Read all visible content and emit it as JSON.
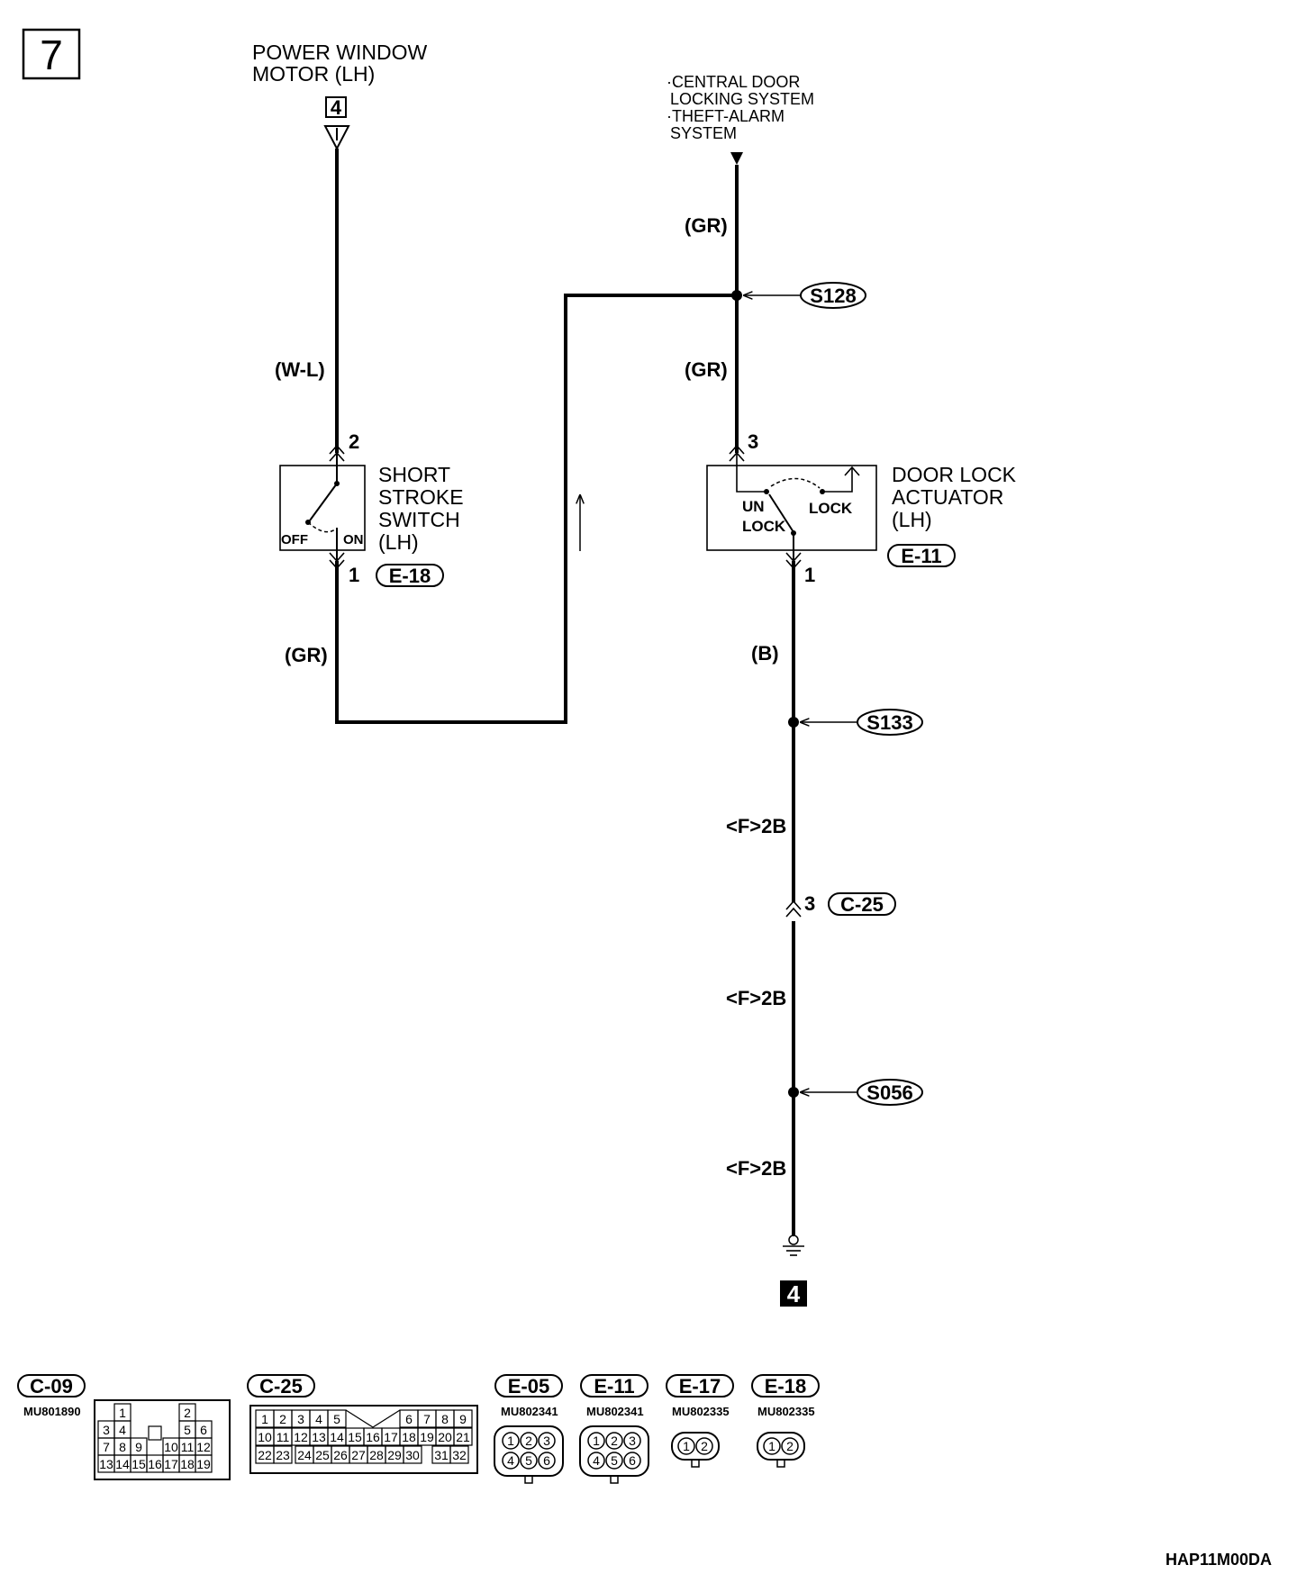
{
  "page_number": "7",
  "components": {
    "power_window_motor": {
      "line1": "POWER WINDOW",
      "line2": "MOTOR (LH)",
      "pin": "4"
    },
    "system_note": {
      "line1": "·CENTRAL DOOR",
      "line2": "LOCKING SYSTEM",
      "line3": "·THEFT-ALARM",
      "line4": "SYSTEM"
    },
    "short_stroke_switch": {
      "line1": "SHORT",
      "line2": "STROKE",
      "line3": "SWITCH",
      "line4": "(LH)",
      "pos_off": "OFF",
      "pos_on": "ON",
      "pin_top": "2",
      "pin_bottom": "1",
      "connector": "E-18"
    },
    "door_lock_actuator": {
      "line1": "DOOR LOCK",
      "line2": "ACTUATOR",
      "line3": "(LH)",
      "pos_un": "UN",
      "pos_lock_left": "LOCK",
      "pos_lock": "LOCK",
      "pin_top": "3",
      "pin_bottom": "1",
      "connector": "E-11"
    },
    "junction_c25": {
      "pin": "3",
      "connector": "C-25"
    },
    "ground": {
      "number": "4"
    }
  },
  "wires": {
    "w_l": "(W-L)",
    "gr_switch_bottom": "(GR)",
    "gr_top": "(GR)",
    "gr_mid": "(GR)",
    "b": "(B)",
    "f2b_1": "<F>2B",
    "f2b_2": "<F>2B",
    "f2b_3": "<F>2B"
  },
  "splices": {
    "s128": "S128",
    "s133": "S133",
    "s056": "S056"
  },
  "connectors_legend": [
    {
      "id": "C-09",
      "part": "MU801890"
    },
    {
      "id": "C-25",
      "part": ""
    },
    {
      "id": "E-05",
      "part": "MU802341"
    },
    {
      "id": "E-11",
      "part": "MU802341"
    },
    {
      "id": "E-17",
      "part": "MU802335"
    },
    {
      "id": "E-18",
      "part": "MU802335"
    }
  ],
  "c09_pins": {
    "row1": [
      "1",
      "2"
    ],
    "row2": [
      "3",
      "4",
      "5",
      "6"
    ],
    "row3": [
      "7",
      "8",
      "9",
      "10",
      "11",
      "12"
    ],
    "row4": [
      "13",
      "14",
      "15",
      "16",
      "17",
      "18",
      "19"
    ]
  },
  "c25_pins": {
    "row1": [
      "1",
      "2",
      "3",
      "4",
      "5",
      "6",
      "7",
      "8",
      "9"
    ],
    "row2": [
      "10",
      "11",
      "12",
      "13",
      "14",
      "15",
      "16",
      "17",
      "18",
      "19",
      "20",
      "21"
    ],
    "row3": [
      "22",
      "23",
      "24",
      "25",
      "26",
      "27",
      "28",
      "29",
      "30",
      "31",
      "32"
    ]
  },
  "e_connector_pins": {
    "six": [
      "1",
      "2",
      "3",
      "4",
      "5",
      "6"
    ],
    "two": [
      "1",
      "2"
    ]
  },
  "diagram_code": "HAP11M00DA"
}
